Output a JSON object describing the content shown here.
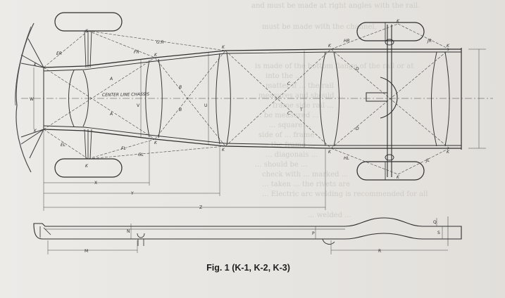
{
  "figure": {
    "caption": "Fig. 1 (K-1, K-2, K-3)"
  },
  "labels": {
    "point_k": "K",
    "gr": "G.R",
    "fr": "FR",
    "er": "ER",
    "hr": "HR",
    "jr": "JR",
    "el": "EL",
    "fl": "FL",
    "gl": "GL",
    "hl": "HL",
    "jl": "JL",
    "a": "A",
    "b": "B",
    "c": "C",
    "d": "D",
    "center_line": "CENTER LINE CHASSIS",
    "w": "W",
    "v": "V",
    "u": "U",
    "t": "T",
    "x": "X",
    "y": "Y",
    "z": "Z",
    "m": "M",
    "n": "N",
    "p": "P",
    "r": "R",
    "q": "Q",
    "s": "S"
  },
  "background_text": [
    "and must be made at right angles with the rail.",
    "must be made with the channel,",
    "is made of the bottom flange of the rail or at",
    "into the ... ",
    "matter if ... the rail",
    "measures and should ...",
    "frame side rail ...",
    "... be measured ...",
    "... square ...",
    "side of ... frame",
    "... the frame ...",
    "... diagonals ...",
    "... should be ... ",
    "check with ... marked ...",
    "... taken ... the rivets are",
    "... Electric arc welding is recommended for all",
    "... welded ..."
  ]
}
